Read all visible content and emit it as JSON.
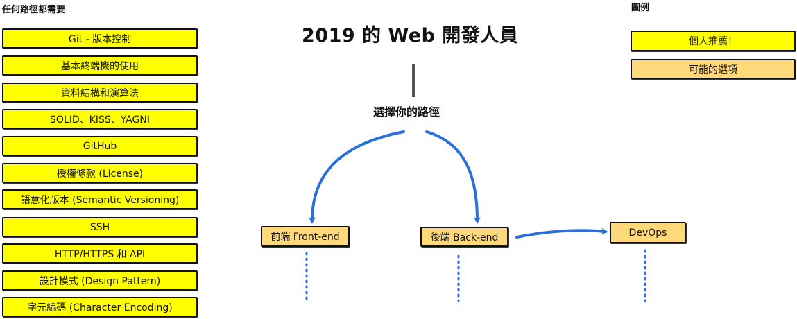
{
  "colors": {
    "recommended": "#ffff00",
    "option": "#ffd97a",
    "arrow": "#2a6fdb",
    "dots": "#2a6fdb",
    "stem": "#555555"
  },
  "requirements": {
    "heading": "任何路徑都需要",
    "items": [
      "Git - 版本控制",
      "基本終端機的使用",
      "資料結構和演算法",
      "SOLID、KISS、YAGNI",
      "GitHub",
      "授權條款 (License)",
      "語意化版本 (Semantic Versioning)",
      "SSH",
      "HTTP/HTTPS 和 API",
      "設計模式 (Design Pattern)",
      "字元編碼 (Character Encoding)"
    ]
  },
  "roadmap": {
    "title": "2019 的 Web 開發人員",
    "choose_path": "選擇你的路徑",
    "nodes": {
      "frontend": "前端 Front-end",
      "backend": "後端 Back-end",
      "devops": "DevOps"
    }
  },
  "legend": {
    "heading": "圖例",
    "recommended": "個人推薦！",
    "option": "可能的選項"
  }
}
